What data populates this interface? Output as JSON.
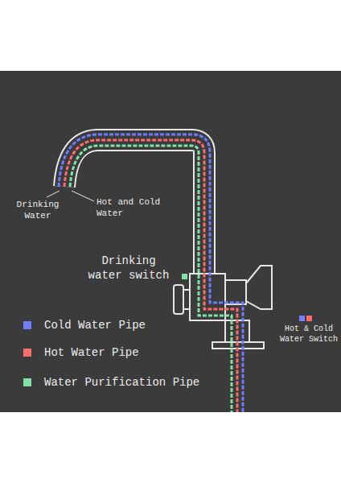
{
  "diagram": {
    "labels": [
      "Drinking Water",
      "Hot and Cold Water",
      "Drinking water switch",
      "Hot & Cold Water Switch"
    ],
    "legend": [
      {
        "text": "Cold Water Pipe",
        "color": "#6f7dff"
      },
      {
        "text": "Hot Water Pipe",
        "color": "#ff6b6b"
      },
      {
        "text": "Water Purification Pipe",
        "color": "#7fe3a6"
      }
    ]
  }
}
